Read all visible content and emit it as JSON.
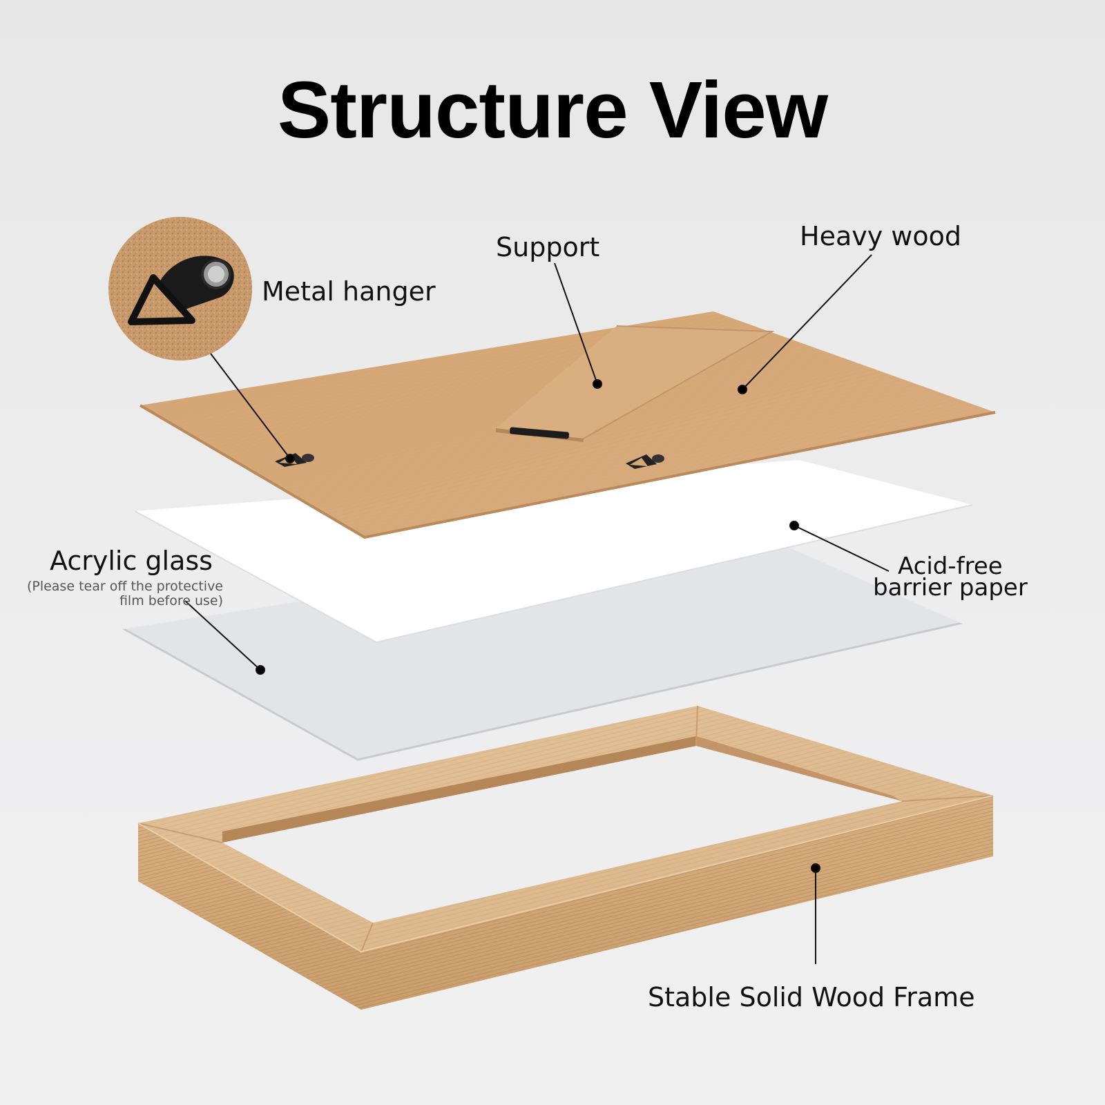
{
  "title": "Structure View",
  "labels": {
    "metal_hanger": "Metal hanger",
    "support": "Support",
    "heavy_wood": "Heavy wood",
    "acrylic_glass": "Acrylic glass",
    "acrylic_note_line1": "(Please tear off the protective",
    "acrylic_note_line2": "film before use)",
    "acid_free_line1": "Acid-free",
    "acid_free_line2": "barrier paper",
    "wood_frame": "Stable Solid Wood Frame"
  },
  "colors": {
    "backboard": "#d6a878",
    "paper": "#ffffff",
    "acrylic": "#e4e5e8",
    "wood_frame": "#dcb990",
    "hardware": "#1c1c1c"
  },
  "icons": {
    "hanger_detail": "metal-hanger-icon"
  }
}
